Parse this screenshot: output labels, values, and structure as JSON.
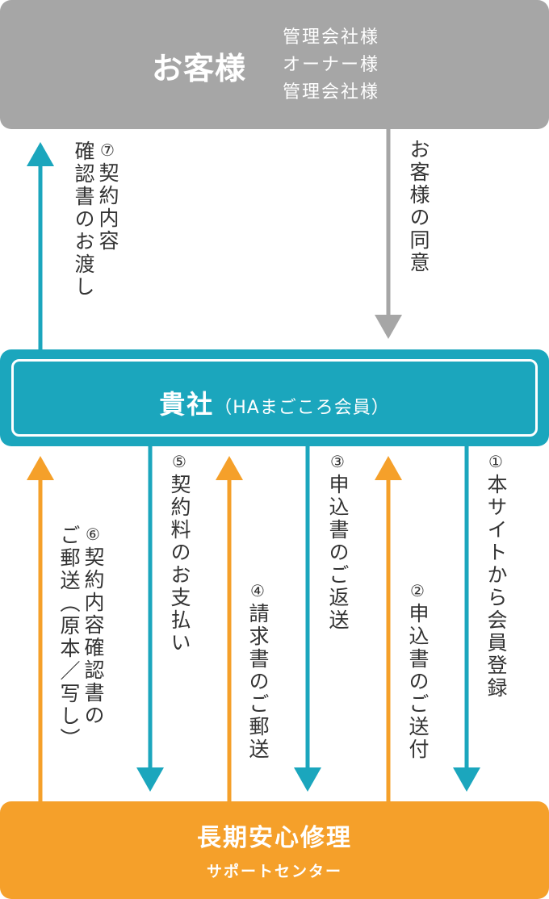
{
  "customer": {
    "title": "お客様",
    "sub_lines": [
      "管理会社様",
      "オーナー様",
      "管理会社様"
    ]
  },
  "company": {
    "name": "貴社",
    "sub": "（HAまごころ会員）"
  },
  "support": {
    "title": "長期安心修理",
    "sub": "サポートセンター"
  },
  "flows": {
    "f7_num": "⑦",
    "f7_line1": "契約内容",
    "f7_line2": "確認書のお渡し",
    "consent": "お客様の同意",
    "f6_num": "⑥",
    "f6_line1": "契約内容確認書の",
    "f6_line2": "ご郵送（原本／写し）",
    "f5_num": "⑤",
    "f5_text": "契約料のお支払い",
    "f4_num": "④",
    "f4_text": "請求書のご郵送",
    "f3_num": "③",
    "f3_text": "申込書のご返送",
    "f2_num": "②",
    "f2_text": "申込書のご送付",
    "f1_num": "①",
    "f1_text": "本サイトから会員登録"
  },
  "colors": {
    "customer_gray": "#a6a6a6",
    "company_teal": "#1ba6bd",
    "support_orange": "#f5a02a"
  }
}
